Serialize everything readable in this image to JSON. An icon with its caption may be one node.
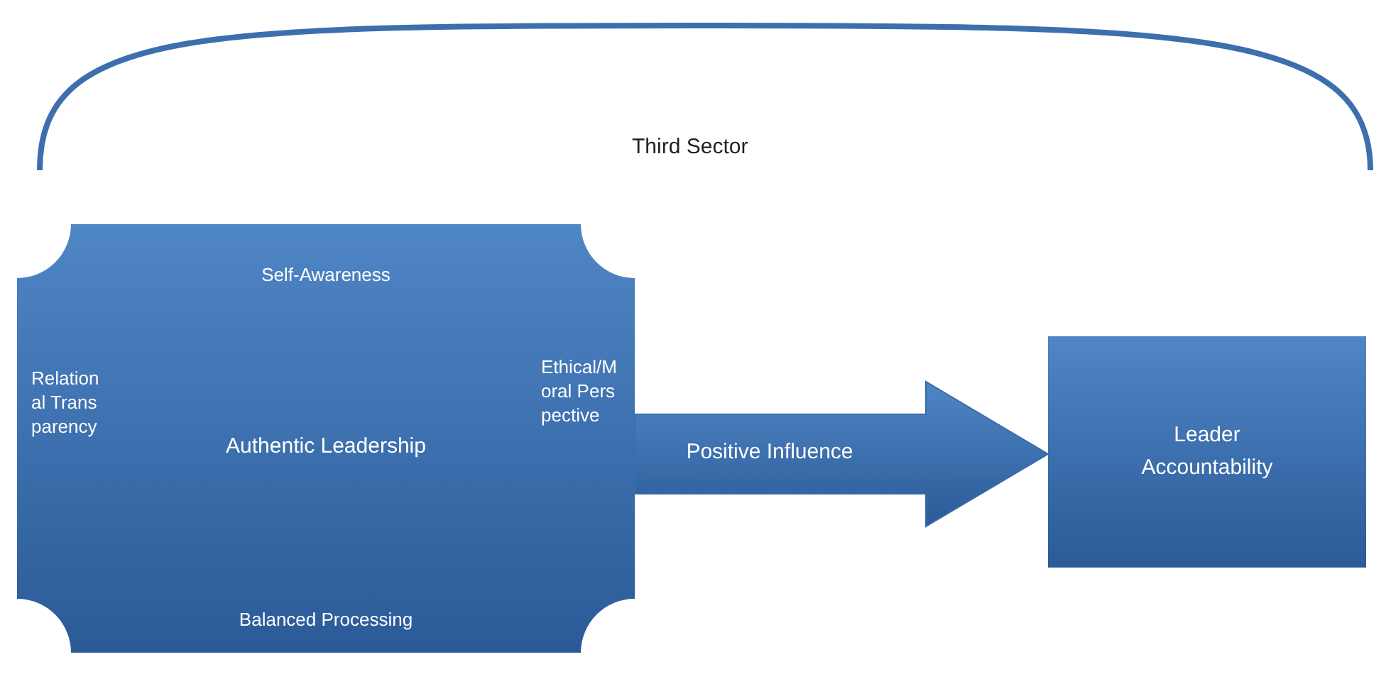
{
  "diagram": {
    "nodes": [
      {
        "text": [
          "Self-Awareness",
          "Relational Transparency",
          "Authentic Leadership",
          "Ethical/Moral Perspective",
          "Balanced Processing"
        ]
      },
      {
        "text": [
          "Leader Accountability"
        ]
      }
    ],
    "edges": [
      {
        "from": 0,
        "to": 1,
        "arrow": "to",
        "label": "Positive Influence",
        "style": "thick"
      }
    ],
    "labels": [
      "Third Sector"
    ]
  }
}
